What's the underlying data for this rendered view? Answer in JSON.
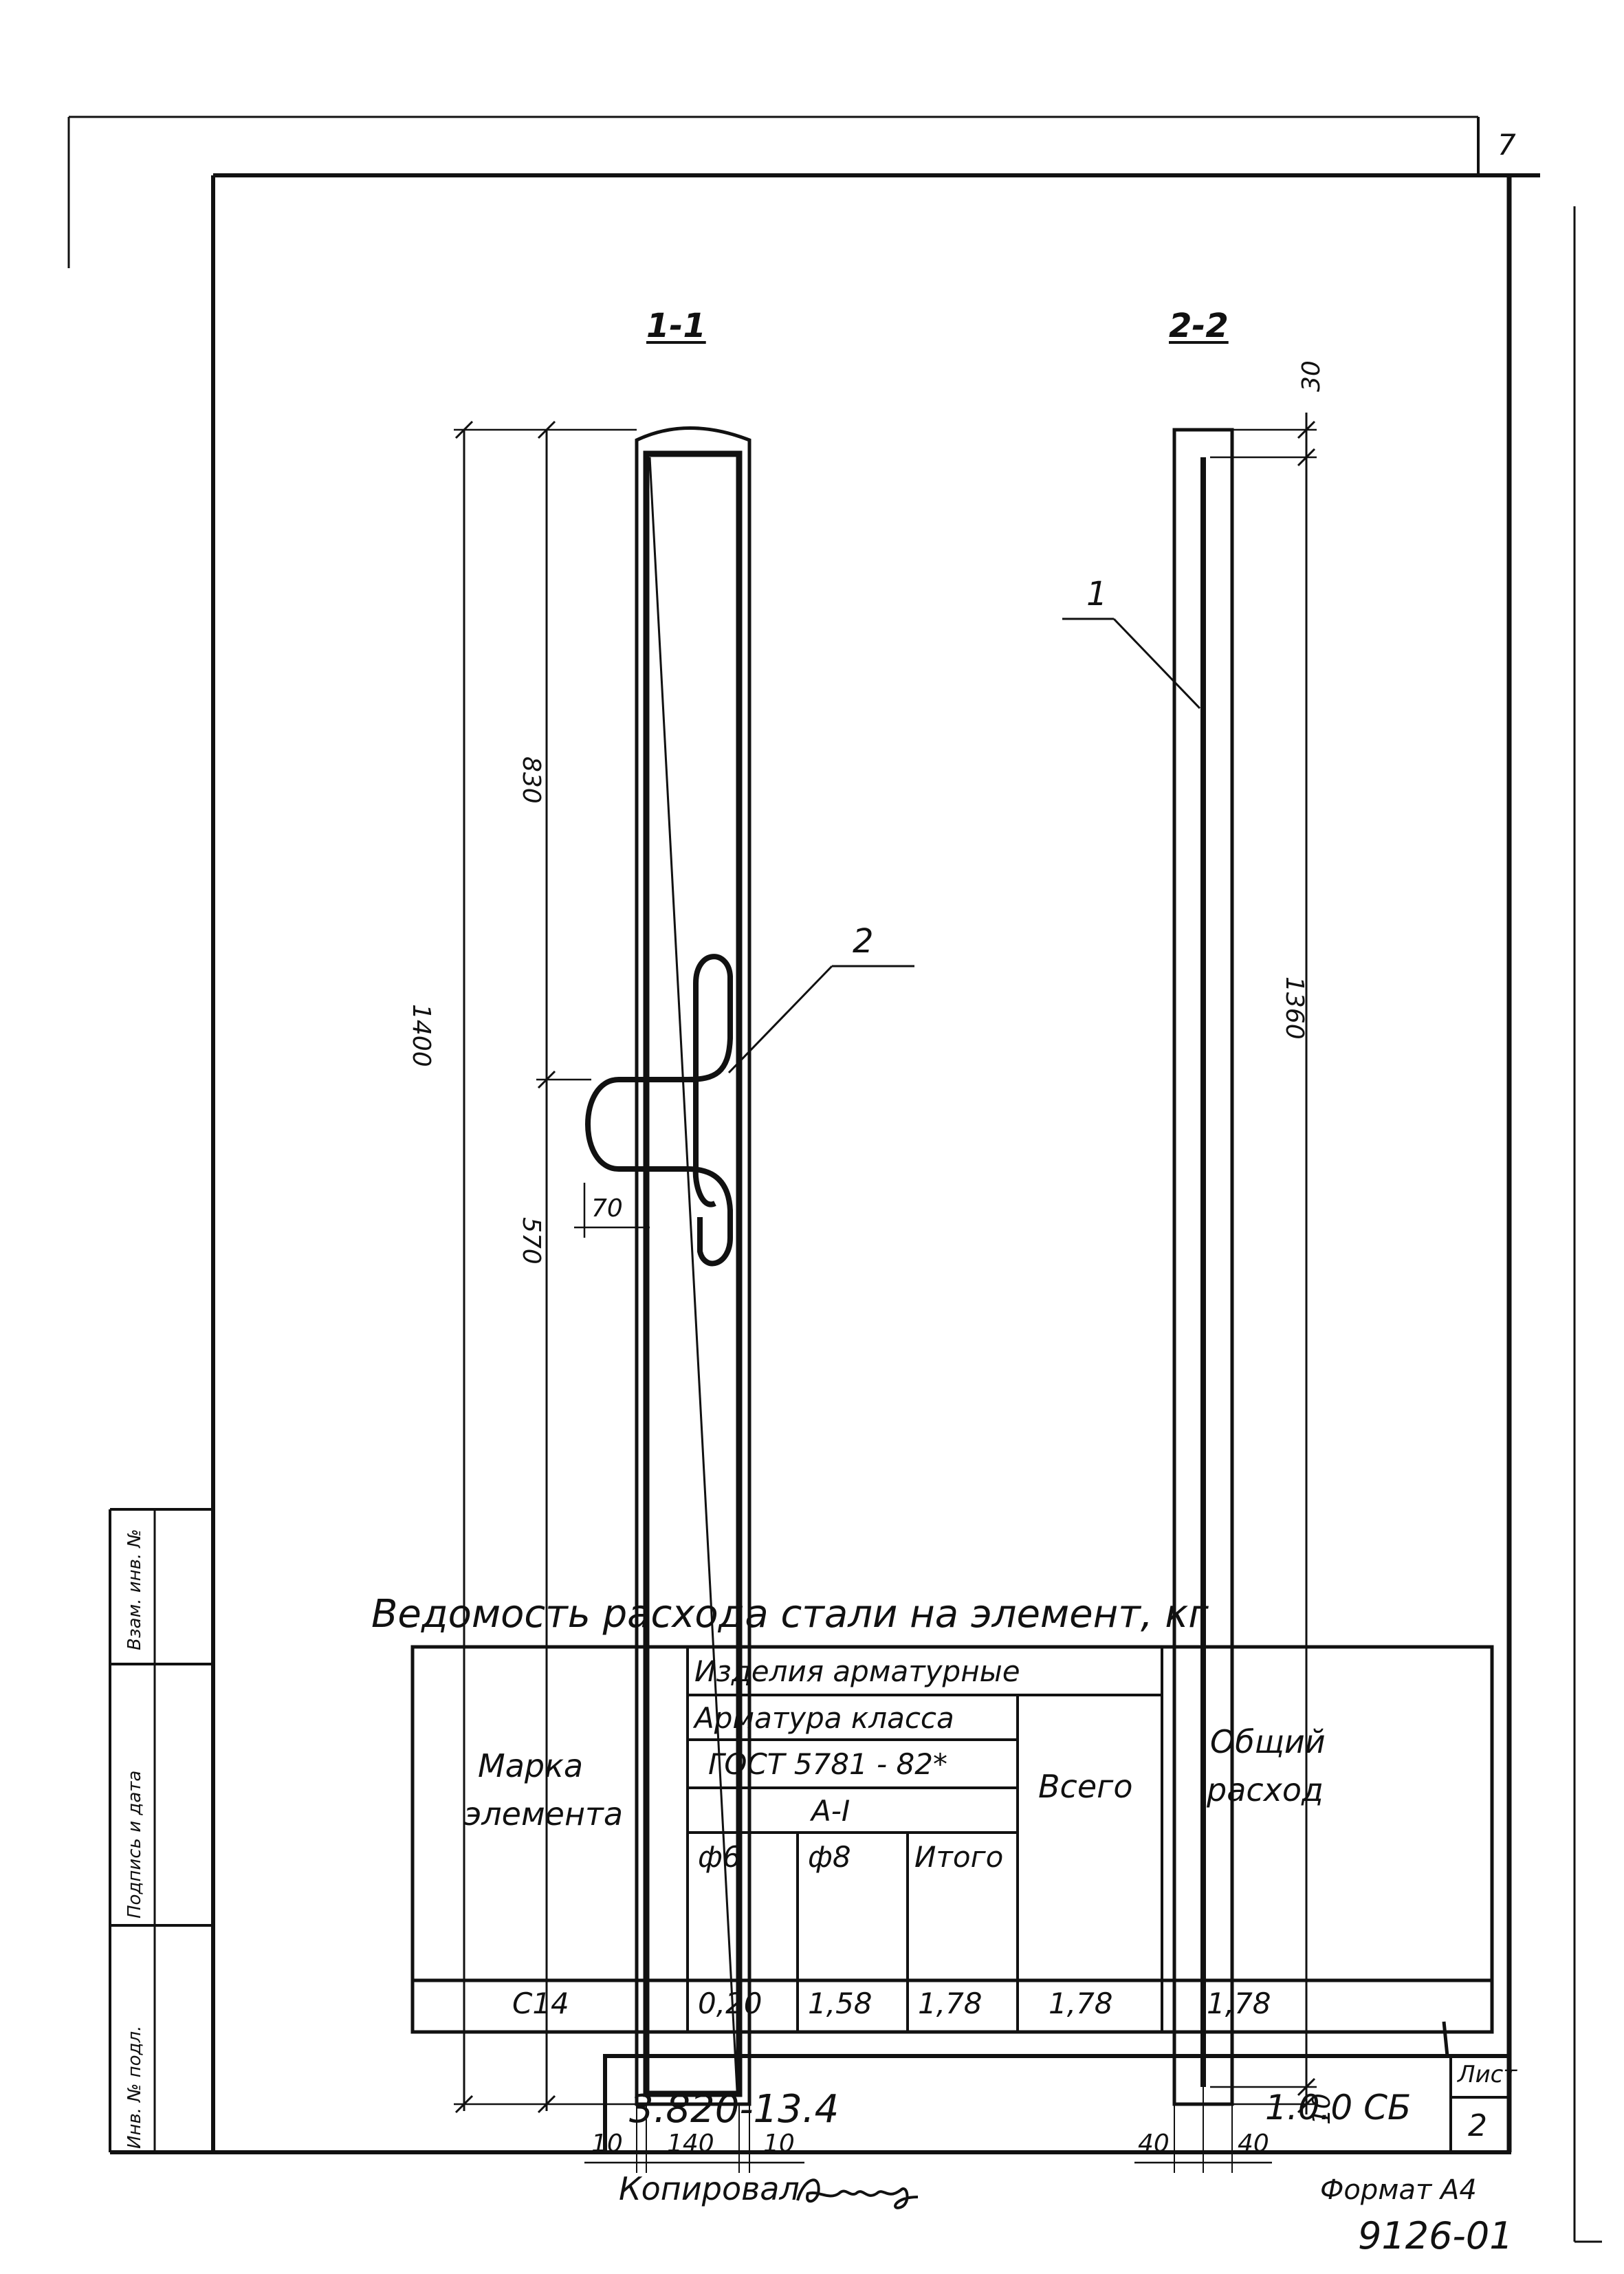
{
  "sheet": {
    "corner_number": "7",
    "stamp_left": [
      "Взам. инв. №",
      "Подпись и дата",
      "Инв. № подл."
    ]
  },
  "drawing": {
    "section_1": {
      "label": "1-1",
      "dims": [
        "1400",
        "830",
        "570",
        "70",
        "10",
        "140",
        "10"
      ],
      "callout": "2"
    },
    "section_2": {
      "label": "2-2",
      "dims": [
        "30",
        "1360",
        "10",
        "40",
        "40"
      ],
      "callout": "1"
    }
  },
  "steel_table": {
    "title": "Ведомость расхода стали на элемент, кг",
    "header": {
      "mark": [
        "Марка",
        "элемента"
      ],
      "group": "Изделия арматурные",
      "class_label": "Арматура класса",
      "gost": "ГОСТ 5781 - 82*",
      "class": "А-I",
      "d6": "ф6",
      "d8": "ф8",
      "subtotal": "Итого",
      "total": "Всего",
      "overall": [
        "Общий",
        "расход"
      ]
    },
    "rows": [
      {
        "mark": "С14",
        "d6": "0,20",
        "d8": "1,58",
        "subtotal": "1,78",
        "total": "1,78",
        "overall": "1,78"
      }
    ]
  },
  "title_block": {
    "doc_code": "3.820-13.4",
    "doc_suffix": "1.0.0 СБ",
    "sheet_label": "Лист",
    "sheet_no": "2"
  },
  "footer": {
    "copied": "Копировал",
    "signature": "Raups",
    "format": "Формат А4",
    "inv_no": "9126-01"
  }
}
